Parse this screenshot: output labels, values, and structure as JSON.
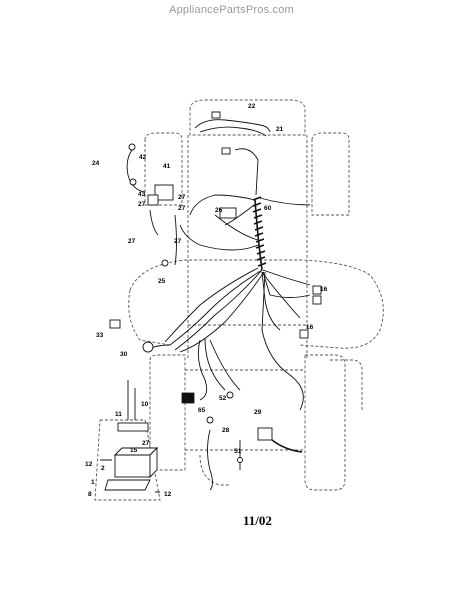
{
  "watermark": "AppliancePartsPros.com",
  "date_code": "11/02",
  "callouts": {
    "c1": "1",
    "c2": "2",
    "c8": "8",
    "c10": "10",
    "c11": "11",
    "c12a": "12",
    "c12b": "12",
    "c15": "15",
    "c16a": "16",
    "c16b": "16",
    "c21": "21",
    "c22": "22",
    "c24": "24",
    "c25": "25",
    "c26": "26",
    "c27a": "27",
    "c27b": "27",
    "c27c": "27",
    "c27d": "27",
    "c27e": "27",
    "c28": "28",
    "c29": "29",
    "c30": "30",
    "c33": "33",
    "c41": "41",
    "c42": "42",
    "c43": "43",
    "c51": "51",
    "c52": "52",
    "c60": "60",
    "c65": "65"
  }
}
